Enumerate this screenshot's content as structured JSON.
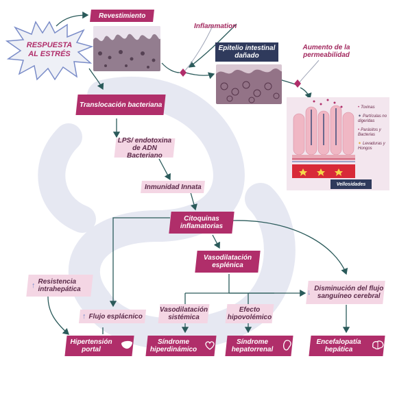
{
  "nodes": {
    "stress": "RESPUESTA AL ESTRÉS",
    "revestimiento": "Revestimiento",
    "inflammation": "Inflammation",
    "epitelio": "Epitelio intestinal dañado",
    "permeabilidad": "Aumento de la permeabilidad",
    "translocacion": "Translocación bacteriana",
    "lps": "LPS/ endotoxina de ADN Bacteriano",
    "inmunidad": "Inmunidad Innata",
    "citoquinas": "Citoquinas inflamatorias",
    "vasodilatacion_esplenica": "Vasodilatación esplénica",
    "resistencia": "Resistencia intrahepática",
    "flujo_esplacnico": "Flujo esplácnico",
    "vasodilatacion_sistemica": "Vasodilatación sistémica",
    "efecto_hipovolemico": "Efecto hipovolémico",
    "disminucion_flujo": "Disminución del flujo sanguíneo cerebral",
    "hipertension_portal": "Hipertensión portal",
    "sindrome_hiperdinamico": "Síndrome hiperdinámico",
    "sindrome_hepatorrenal": "Síndrome hepatorrenal",
    "encefalopatia": "Encefalopatía hepática"
  },
  "legend": {
    "items": [
      "Toxinas",
      "Partículas no digeridas",
      "Parásitos y Bacterias",
      "Levaduras y Hongos"
    ],
    "velocidades": "Vellosidades"
  },
  "icons": {
    "up_arrow": "up-arrow-icon",
    "down_arrow": "down-arrow-icon",
    "liver": "liver-icon",
    "heart": "heart-icon",
    "kidney": "kidney-icon",
    "brain": "brain-icon"
  },
  "colors": {
    "magenta": "#b02e6a",
    "light_pink": "#f4d6e4",
    "navy": "#2f3a5c",
    "arrow_green": "#2a5a5a",
    "watermark": "#e6e8f2"
  }
}
